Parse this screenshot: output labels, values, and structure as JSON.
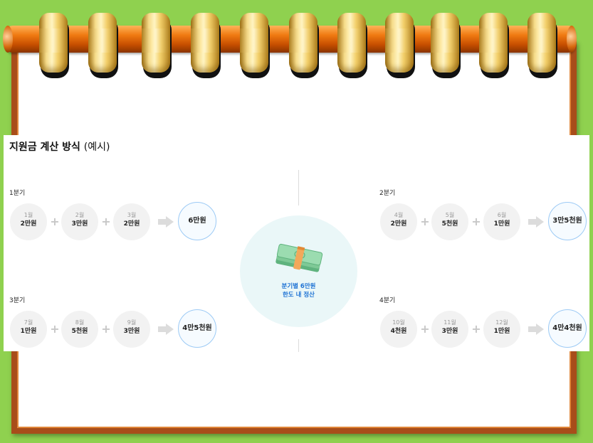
{
  "title": {
    "main": "지원금 계산 방식",
    "sub": "(예시)"
  },
  "center_message": {
    "line1": "분기별 6만원",
    "line2": "한도 내 정산"
  },
  "quarters": [
    {
      "label": "1분기",
      "months": [
        {
          "month": "1월",
          "amount": "2만원"
        },
        {
          "month": "2월",
          "amount": "3만원"
        },
        {
          "month": "3월",
          "amount": "2만원"
        }
      ],
      "total": "6만원"
    },
    {
      "label": "2분기",
      "months": [
        {
          "month": "4월",
          "amount": "2만원"
        },
        {
          "month": "5월",
          "amount": "5천원"
        },
        {
          "month": "6월",
          "amount": "1만원"
        }
      ],
      "total": "3만5천원"
    },
    {
      "label": "3분기",
      "months": [
        {
          "month": "7월",
          "amount": "1만원"
        },
        {
          "month": "8월",
          "amount": "5천원"
        },
        {
          "month": "9월",
          "amount": "3만원"
        }
      ],
      "total": "4만5천원"
    },
    {
      "label": "4분기",
      "months": [
        {
          "month": "10월",
          "amount": "4천원"
        },
        {
          "month": "11월",
          "amount": "3만원"
        },
        {
          "month": "12월",
          "amount": "1만원"
        }
      ],
      "total": "4만4천원"
    }
  ],
  "icons": {
    "money": "money-stack-icon",
    "arrow": "arrow-right-icon",
    "plus": "plus-icon",
    "ring": "binder-ring-icon"
  },
  "colors": {
    "background": "#8fd14f",
    "frame": "#a84d1a",
    "bar": "#f07a12",
    "total_border": "#9ccaf5",
    "center_text": "#1f73d4",
    "center_bg": "#eaf7f8"
  }
}
